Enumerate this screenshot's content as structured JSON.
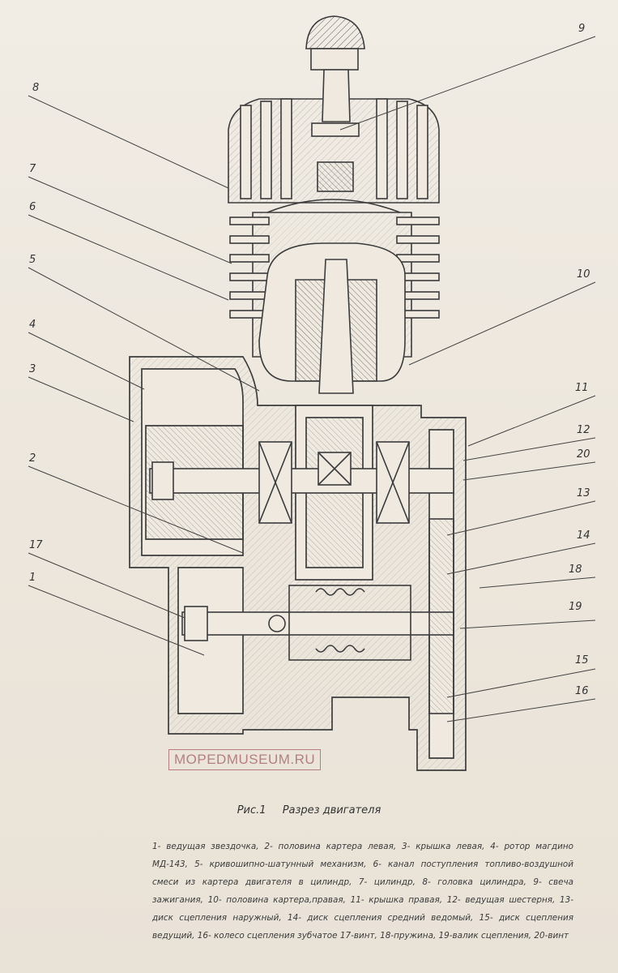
{
  "watermark": "MOPEDMUSEUM.RU",
  "caption": {
    "figure": "Рис.1",
    "title": "Разрез двигателя"
  },
  "callouts": [
    "1",
    "2",
    "3",
    "4",
    "5",
    "6",
    "7",
    "8",
    "9",
    "10",
    "11",
    "12",
    "13",
    "14",
    "15",
    "16",
    "17",
    "18",
    "19",
    "20"
  ],
  "legend_text": "1- ведущая звездочка, 2- половина картера левая, 3- крышка левая, 4- ротор магдино МД-143, 5- кривошипно-шатунный механизм, 6- канал поступления топливо-воздушной смеси из картера двигателя в цилиндр, 7- цилиндр, 8- головка цилиндра, 9- свеча зажигания, 10- половина картера,правая, 11- крышка правая, 12- ведущая шестерня, 13- диск сцепления наружный, 14- диск сцепления средний ведомый, 15- диск сцепления ведущий, 16- колесо сцепления зубчатое 17-винт, 18-пружина, 19-валик сцепления, 20-винт"
}
